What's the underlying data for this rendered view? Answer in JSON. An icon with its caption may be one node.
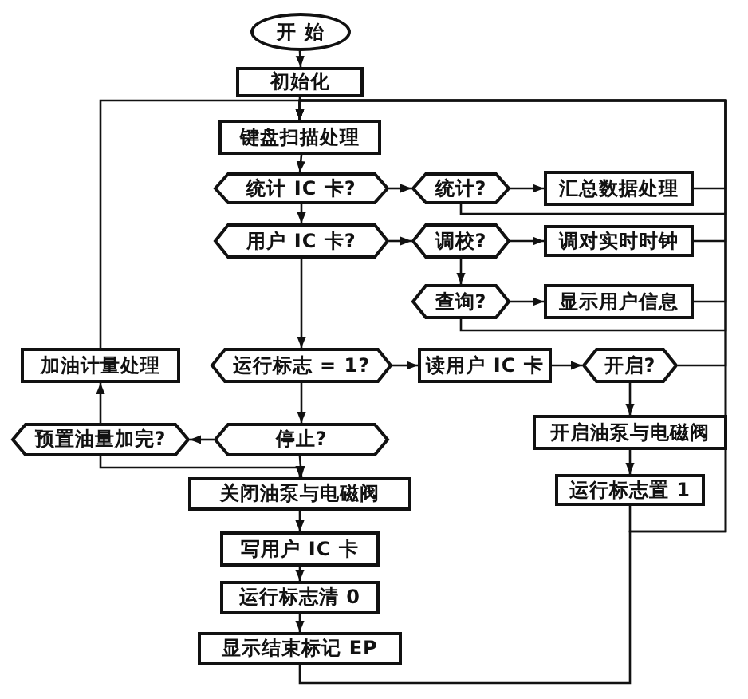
{
  "diagram": {
    "nodes": [
      {
        "text": [
          "开 始"
        ]
      },
      {
        "text": [
          "初始化"
        ]
      },
      {
        "text": [
          "键盘扫描处理"
        ]
      },
      {
        "text": [
          "统计 IC 卡?"
        ]
      },
      {
        "text": [
          "统计?"
        ]
      },
      {
        "text": [
          "汇总数据处理"
        ]
      },
      {
        "text": [
          "用户 IC 卡?"
        ]
      },
      {
        "text": [
          "调校?"
        ]
      },
      {
        "text": [
          "调对实时时钟"
        ]
      },
      {
        "text": [
          "查询?"
        ]
      },
      {
        "text": [
          "显示用户信息"
        ]
      },
      {
        "text": [
          "加油计量处理"
        ]
      },
      {
        "text": [
          "运行标志 = 1?"
        ]
      },
      {
        "text": [
          "读用户 IC 卡"
        ]
      },
      {
        "text": [
          "开启?"
        ]
      },
      {
        "text": [
          "开启油泵与电磁阀"
        ]
      },
      {
        "text": [
          "预置油量加完?"
        ]
      },
      {
        "text": [
          "停止?"
        ]
      },
      {
        "text": [
          "运行标志置 1"
        ]
      },
      {
        "text": [
          "关闭油泵与电磁阀"
        ]
      },
      {
        "text": [
          "写用户 IC 卡"
        ]
      },
      {
        "text": [
          "运行标志清 0"
        ]
      },
      {
        "text": [
          "显示结束标记 EP"
        ]
      }
    ],
    "edges": [
      {
        "from": 0,
        "to": 1,
        "arrow": "to"
      },
      {
        "from": 1,
        "to": 2,
        "arrow": "to"
      },
      {
        "from": 2,
        "to": 3,
        "arrow": "to"
      },
      {
        "from": 3,
        "to": 4,
        "arrow": "to"
      },
      {
        "from": 4,
        "to": 5,
        "arrow": "to"
      },
      {
        "from": 3,
        "to": 6,
        "arrow": "to"
      },
      {
        "from": 6,
        "to": 7,
        "arrow": "to"
      },
      {
        "from": 7,
        "to": 8,
        "arrow": "to"
      },
      {
        "from": 7,
        "to": 9,
        "arrow": "to"
      },
      {
        "from": 9,
        "to": 10,
        "arrow": "to"
      },
      {
        "from": 6,
        "to": 12,
        "arrow": "to"
      },
      {
        "from": 12,
        "to": 13,
        "arrow": "to"
      },
      {
        "from": 13,
        "to": 14,
        "arrow": "to"
      },
      {
        "from": 14,
        "to": 15,
        "arrow": "to"
      },
      {
        "from": 15,
        "to": 18,
        "arrow": "to"
      },
      {
        "from": 12,
        "to": 17,
        "arrow": "to"
      },
      {
        "from": 17,
        "to": 16,
        "arrow": "to"
      },
      {
        "from": 16,
        "to": 11,
        "arrow": "to"
      },
      {
        "from": 17,
        "to": 19,
        "arrow": "to"
      },
      {
        "from": 16,
        "to": 19,
        "arrow": "to"
      },
      {
        "from": 19,
        "to": 20,
        "arrow": "to"
      },
      {
        "from": 20,
        "to": 21,
        "arrow": "to"
      },
      {
        "from": 21,
        "to": 22,
        "arrow": "to"
      },
      {
        "from": 5,
        "to": 2,
        "arrow": "to"
      },
      {
        "from": 4,
        "to": 2,
        "arrow": "to"
      },
      {
        "from": 8,
        "to": 2,
        "arrow": "to"
      },
      {
        "from": 10,
        "to": 2,
        "arrow": "to"
      },
      {
        "from": 9,
        "to": 2,
        "arrow": "to"
      },
      {
        "from": 14,
        "to": 2,
        "arrow": "to"
      },
      {
        "from": 18,
        "to": 2,
        "arrow": "to"
      },
      {
        "from": 22,
        "to": 2,
        "arrow": "to"
      },
      {
        "from": 11,
        "to": 2,
        "arrow": "to"
      }
    ]
  }
}
